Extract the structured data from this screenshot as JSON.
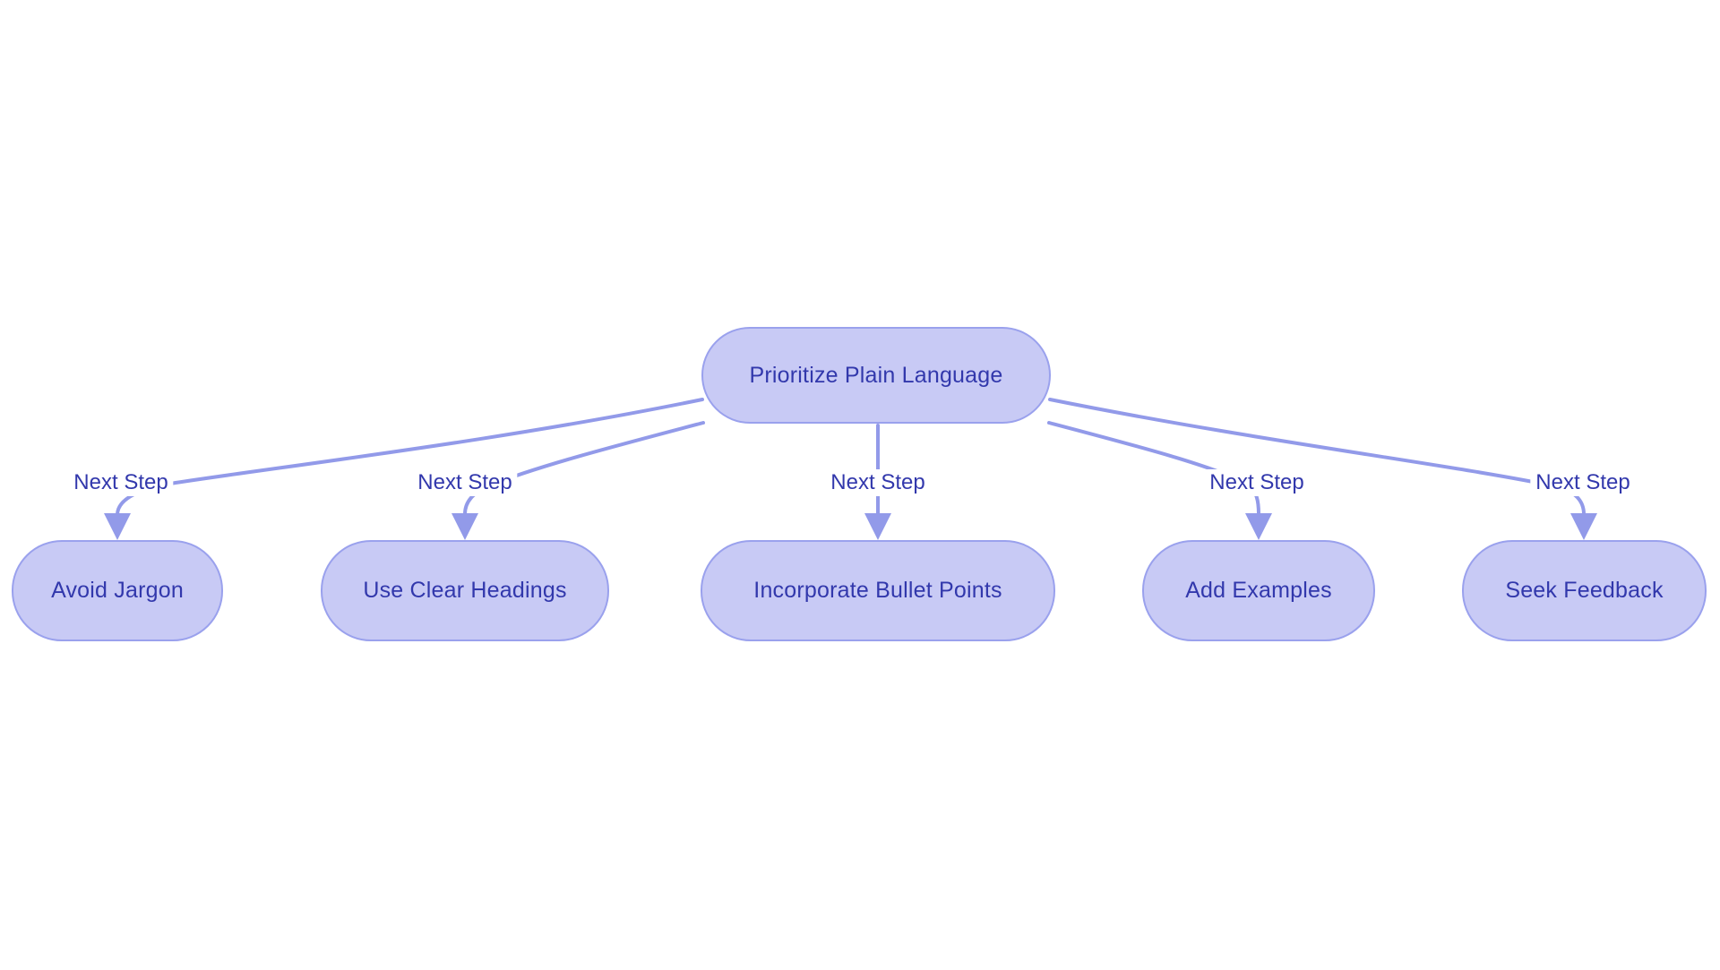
{
  "diagram": {
    "type": "flowchart",
    "colors": {
      "background": "#ffffff",
      "node_fill": "#c8caf5",
      "node_border": "#9aa1ed",
      "node_text": "#3238ac",
      "edge": "#929ae9"
    },
    "root": {
      "label": "Prioritize Plain Language"
    },
    "children": [
      {
        "label": "Avoid Jargon"
      },
      {
        "label": "Use Clear Headings"
      },
      {
        "label": "Incorporate Bullet Points"
      },
      {
        "label": "Add Examples"
      },
      {
        "label": "Seek Feedback"
      }
    ],
    "edges": [
      {
        "from": "Prioritize Plain Language",
        "to": "Avoid Jargon",
        "label": "Next Step"
      },
      {
        "from": "Prioritize Plain Language",
        "to": "Use Clear Headings",
        "label": "Next Step"
      },
      {
        "from": "Prioritize Plain Language",
        "to": "Incorporate Bullet Points",
        "label": "Next Step"
      },
      {
        "from": "Prioritize Plain Language",
        "to": "Add Examples",
        "label": "Next Step"
      },
      {
        "from": "Prioritize Plain Language",
        "to": "Seek Feedback",
        "label": "Next Step"
      }
    ]
  }
}
